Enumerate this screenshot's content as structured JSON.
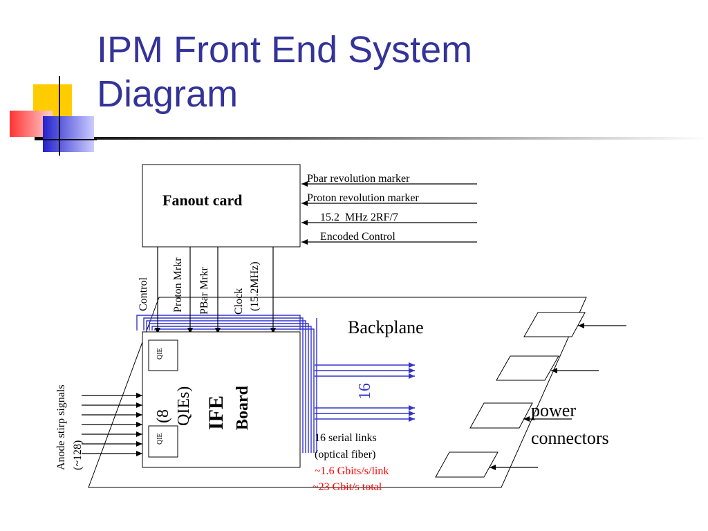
{
  "slide": {
    "title_line1": "IPM Front End System",
    "title_line2": "Diagram",
    "title_color": "#333399"
  },
  "fanout": {
    "label": "Fanout card",
    "inputs": [
      "Pbar revolution marker",
      "Proton revolution marker",
      "15.2  MHz 2RF/7",
      "Encoded Control"
    ],
    "outputs": [
      "Control",
      "Proton Mrkr",
      "PBar Mrkr",
      "Clock",
      "(15.2MHz)"
    ]
  },
  "backplane": {
    "label": "Backplane"
  },
  "ife": {
    "line1": "IFE",
    "line2": "Board",
    "qie_count_line1": "(8",
    "qie_count_line2": "QIEs)",
    "qie_chip_label": "QIE"
  },
  "anode": {
    "line1": "Anode stirp signals",
    "line2": "(~128)"
  },
  "serial": {
    "count": "16",
    "line1": "16 serial links",
    "line2": "(optical fiber)",
    "rate_line": "~1.6 Gbits/s/link",
    "total_line": "~23 Gbit/s total",
    "rate_color": "#ff0000",
    "count_color": "#3333cc"
  },
  "power": {
    "line1": "power",
    "line2": "connectors"
  }
}
